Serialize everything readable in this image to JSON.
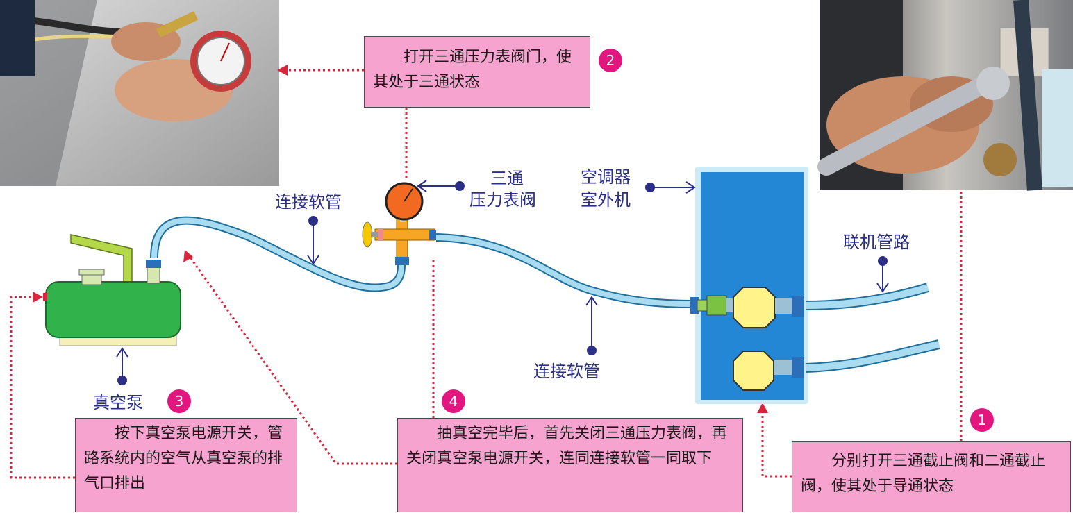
{
  "labels": {
    "hose_top": "连接软管",
    "valve_line1": "三通",
    "valve_line2": "压力表阀",
    "outdoor_line1": "空调器",
    "outdoor_line2": "室外机",
    "pipeline": "联机管路",
    "hose_bottom": "连接软管",
    "pump": "真空泵"
  },
  "steps": [
    {
      "num": "1",
      "text": "分别打开三通截止阀和二通截止阀，使其处于导通状态"
    },
    {
      "num": "2",
      "text": "打开三通压力表阀门，使其处于三通状态"
    },
    {
      "num": "3",
      "text": "按下真空泵电源开关，管路系统内的空气从真空泵的排气口排出"
    },
    {
      "num": "4",
      "text": "抽真空完毕后，首先关闭三通压力表阀，再关闭真空泵电源开关，连同连接软管一同取下"
    }
  ],
  "colors": {
    "arrow": "#2b2f86",
    "dotted": "#d7263d",
    "box_fill": "#f6a3cf",
    "badge": "#e2167e",
    "hose": "#a9dcf0",
    "unit_fill": "#2387d6",
    "pump_body": "#31b24a",
    "gauge": "#f26a21",
    "valve": "#fff38a"
  }
}
